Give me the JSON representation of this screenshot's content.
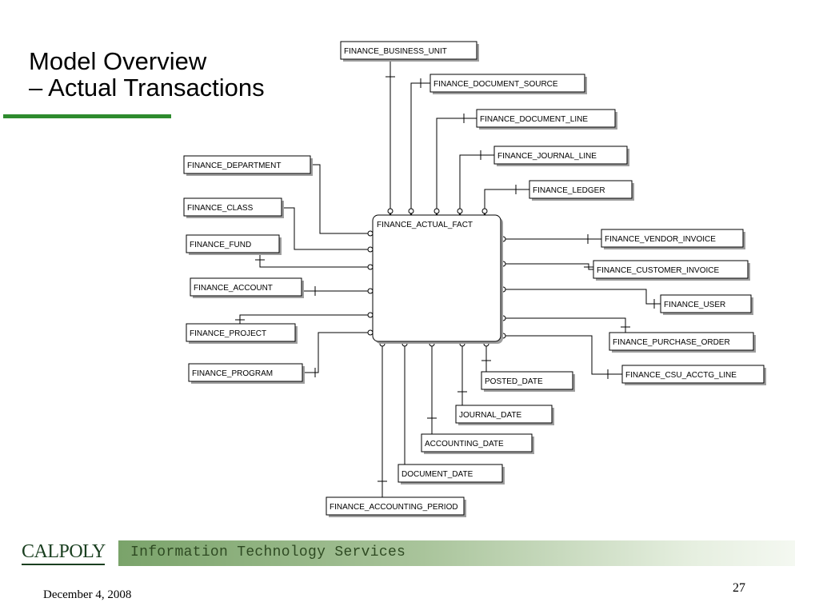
{
  "slide": {
    "title_line1": "Model Overview",
    "title_line2": "– Actual Transactions",
    "footer_org": "Information Technology Services",
    "logo_text": "CALPOLY",
    "date": "December 4, 2008",
    "page_number": "27"
  },
  "colors": {
    "accent_green": "#2e8b2e",
    "band_green": "#7aa36a",
    "band_text": "#2e4a22",
    "logo_text": "#1a3f20",
    "line": "#000000",
    "entity_shadow": "#9e9e9e"
  },
  "diagram": {
    "central": "FINANCE_ACTUAL_FACT",
    "entities": [
      "FINANCE_BUSINESS_UNIT",
      "FINANCE_DOCUMENT_SOURCE",
      "FINANCE_DOCUMENT_LINE",
      "FINANCE_JOURNAL_LINE",
      "FINANCE_LEDGER",
      "FINANCE_DEPARTMENT",
      "FINANCE_CLASS",
      "FINANCE_FUND",
      "FINANCE_ACCOUNT",
      "FINANCE_PROJECT",
      "FINANCE_PROGRAM",
      "FINANCE_VENDOR_INVOICE",
      "FINANCE_CUSTOMER_INVOICE",
      "FINANCE_USER",
      "FINANCE_PURCHASE_ORDER",
      "FINANCE_CSU_ACCTG_LINE",
      "POSTED_DATE",
      "JOURNAL_DATE",
      "ACCOUNTING_DATE",
      "DOCUMENT_DATE",
      "FINANCE_ACCOUNTING_PERIOD"
    ]
  }
}
